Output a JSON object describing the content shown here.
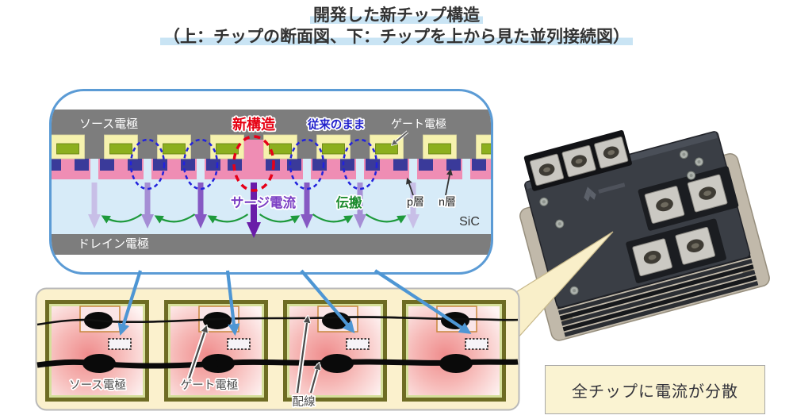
{
  "title": {
    "line1": "開発した新チップ構造",
    "line2": "（上：チップの断面図、下：チップを上から見た並列接続図）"
  },
  "cross_section": {
    "source_electrode": "ソース電極",
    "new_structure": "新構造",
    "conventional": "従来のまま",
    "gate_electrode": "ゲート電極",
    "surge_current": "サージ電流",
    "propagation": "伝搬",
    "p_layer": "p層",
    "n_layer": "n層",
    "substrate": "SiC",
    "drain_electrode": "ドレイン電極"
  },
  "parallel_view": {
    "source_electrode": "ソース電極",
    "gate_electrode": "ゲート電極",
    "wiring": "配線"
  },
  "caption": {
    "text": "全チップに電流が分散"
  },
  "colors": {
    "box_border_blue": "#5B9BD5",
    "connector_arrow_blue": "#4E96D4",
    "new_structure_red": "#E60012",
    "conventional_blue": "#2222CC",
    "surge_purple": "#7B3FC4",
    "propagation_green": "#1E8C2F",
    "electrode_gray": "#7D7D7D",
    "pad_cream": "#F6F2AE",
    "gate_green": "#8CAF1E",
    "p_layer_pink": "#EF8DB4",
    "n_layer_blue": "#3A3A9A",
    "sic_lightblue": "#D7EBF8",
    "chip_panel_beige": "#FBF1CD",
    "title_highlight": "#C9E4F4"
  }
}
